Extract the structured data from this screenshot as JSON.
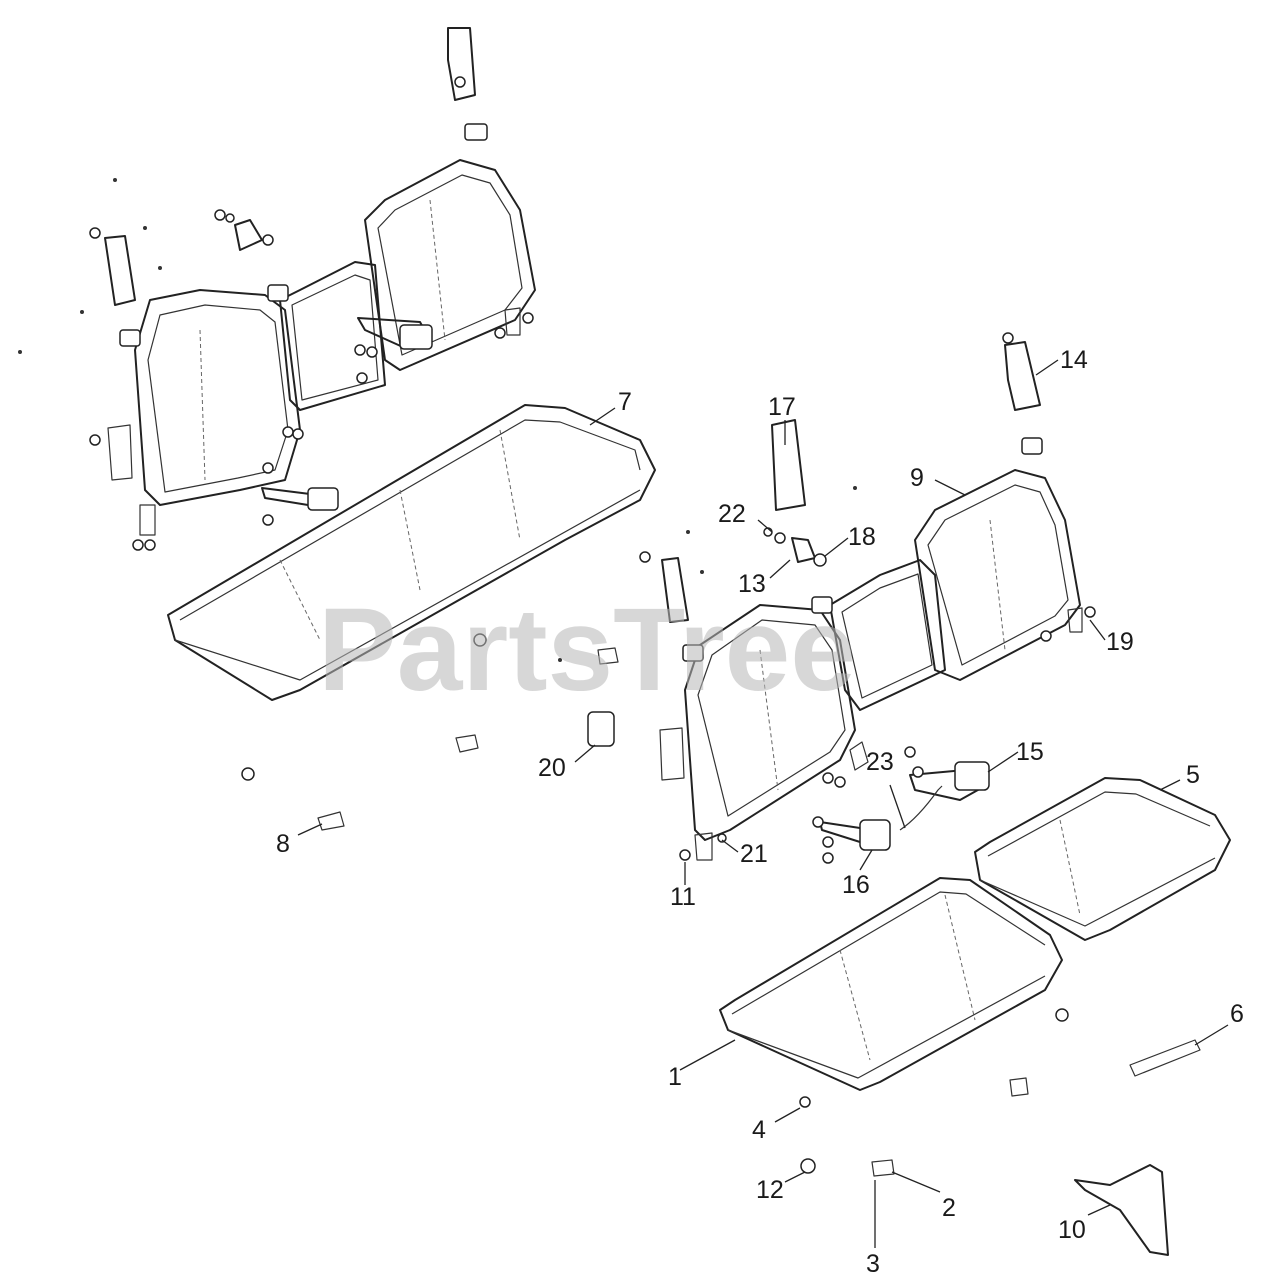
{
  "watermark": "PartsTree",
  "callouts": [
    {
      "label": "1",
      "part": "seat-bottom-cushion-front"
    },
    {
      "label": "2",
      "part": "bracket"
    },
    {
      "label": "3",
      "part": "screw"
    },
    {
      "label": "4",
      "part": "stud"
    },
    {
      "label": "5",
      "part": "seat-bottom-cushion-right"
    },
    {
      "label": "6",
      "part": "mounting-rail"
    },
    {
      "label": "7",
      "part": "seat-bottom-cushion-rear"
    },
    {
      "label": "8",
      "part": "bracket"
    },
    {
      "label": "9",
      "part": "seat-back-assembly"
    },
    {
      "label": "10",
      "part": "side-panel"
    },
    {
      "label": "11",
      "part": "nut"
    },
    {
      "label": "12",
      "part": "grommet"
    },
    {
      "label": "13",
      "part": "latch"
    },
    {
      "label": "14",
      "part": "seat-belt-retractor-bracket"
    },
    {
      "label": "15",
      "part": "seat-belt-buckle-assembly"
    },
    {
      "label": "16",
      "part": "seat-belt-buckle"
    },
    {
      "label": "17",
      "part": "cover"
    },
    {
      "label": "18",
      "part": "bumper"
    },
    {
      "label": "19",
      "part": "washer"
    },
    {
      "label": "20",
      "part": "clip"
    },
    {
      "label": "21",
      "part": "bolt"
    },
    {
      "label": "22",
      "part": "washer"
    },
    {
      "label": "23",
      "part": "wire-harness"
    }
  ]
}
